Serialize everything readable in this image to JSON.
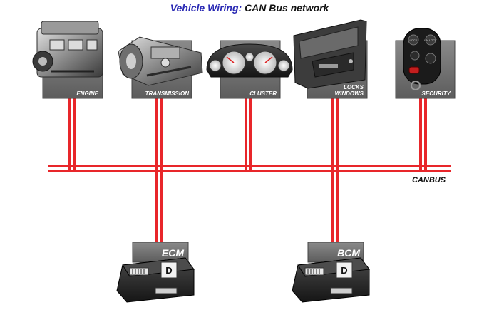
{
  "title": {
    "part1": "Vehicle Wiring:",
    "part2": "CAN Bus network"
  },
  "nodes": [
    {
      "id": "engine",
      "label": "ENGINE",
      "icon": "engine-icon"
    },
    {
      "id": "transmission",
      "label": "TRANSMISSION",
      "icon": "transmission-icon"
    },
    {
      "id": "cluster",
      "label": "CLUSTER",
      "icon": "instrument-cluster-icon"
    },
    {
      "id": "locks",
      "label_line1": "LOCKS",
      "label_line2": "WINDOWS",
      "icon": "door-panel-icon"
    },
    {
      "id": "security",
      "label": "SECURITY",
      "icon": "key-fob-icon"
    }
  ],
  "bus": {
    "label": "CANBUS",
    "wire_color": "#e8262a"
  },
  "modules": [
    {
      "id": "ecm",
      "label": "ECM",
      "icon": "ecm-module-icon"
    },
    {
      "id": "bcm",
      "label": "BCM",
      "icon": "bcm-module-icon"
    }
  ],
  "fob_buttons": [
    "LOCK",
    "UN LOCK"
  ],
  "module_sticker_letter": "D",
  "edges": [
    {
      "from": "engine",
      "to": "canbus"
    },
    {
      "from": "transmission",
      "to": "canbus"
    },
    {
      "from": "cluster",
      "to": "canbus"
    },
    {
      "from": "locks",
      "to": "canbus"
    },
    {
      "from": "security",
      "to": "canbus"
    },
    {
      "from": "canbus",
      "to": "ecm"
    },
    {
      "from": "canbus",
      "to": "bcm"
    }
  ]
}
